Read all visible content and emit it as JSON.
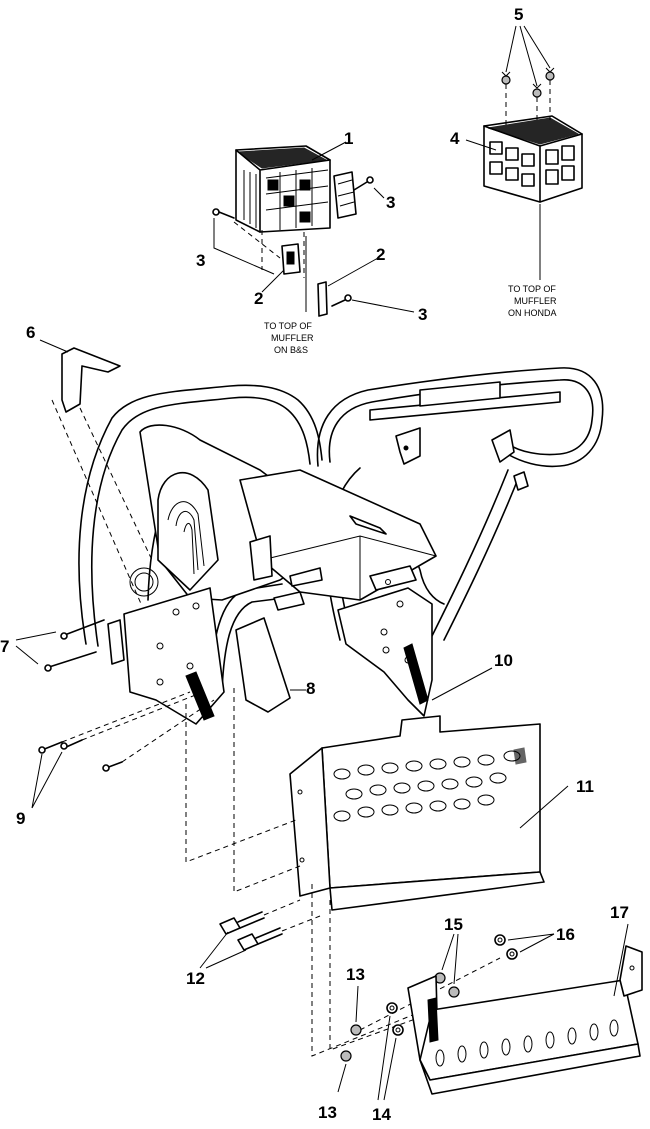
{
  "callouts": {
    "c1": "1",
    "c2a": "2",
    "c2b": "2",
    "c3a": "3",
    "c3b": "3",
    "c3c": "3",
    "c4": "4",
    "c5": "5",
    "c6": "6",
    "c7": "7",
    "c8": "8",
    "c9": "9",
    "c10": "10",
    "c11": "11",
    "c12": "12",
    "c13a": "13",
    "c13b": "13",
    "c14": "14",
    "c15": "15",
    "c16": "16",
    "c17": "17"
  },
  "notes": {
    "bs": [
      "TO TOP OF",
      "MUFFLER",
      "ON B&S"
    ],
    "honda": [
      "TO TOP OF",
      "MUFFLER",
      "ON HONDA"
    ]
  }
}
